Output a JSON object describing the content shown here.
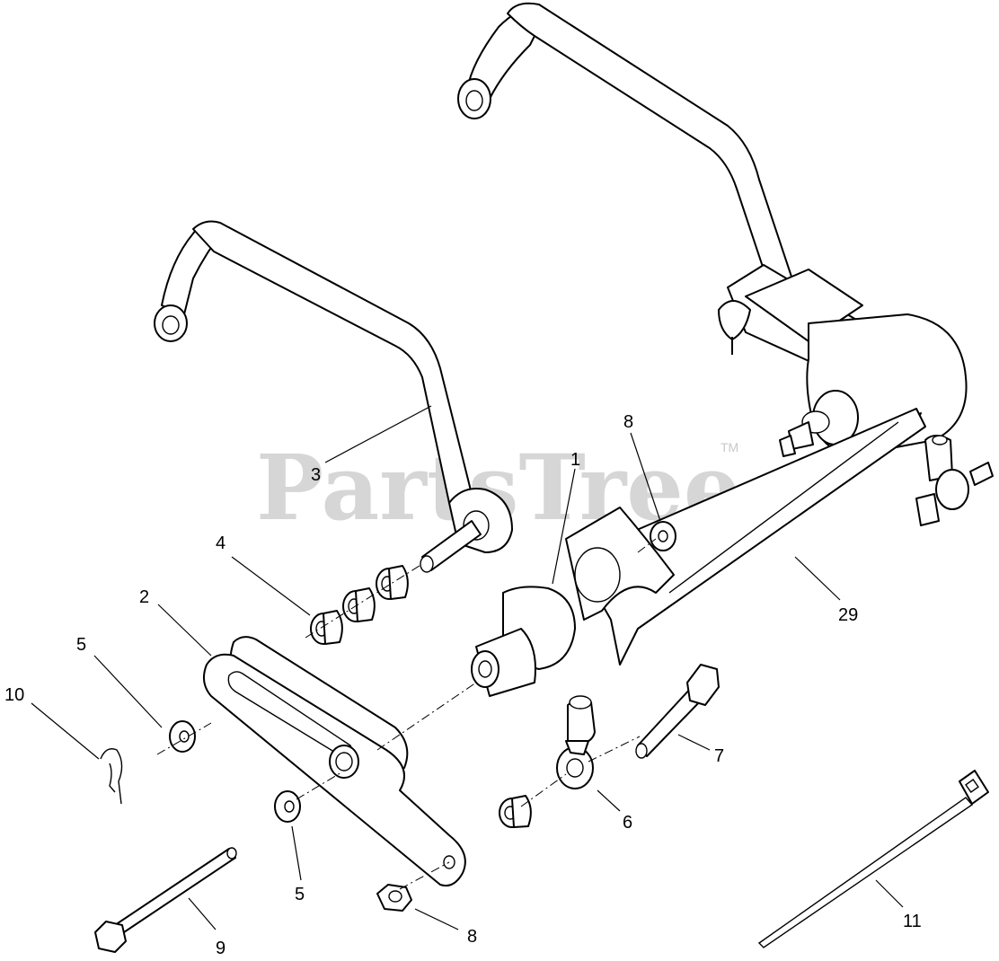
{
  "watermark": {
    "brand": "PartsTree",
    "trademark": "TM"
  },
  "callouts": {
    "c1": "1",
    "c2": "2",
    "c3": "3",
    "c4": "4",
    "c5a": "5",
    "c5b": "5",
    "c6": "6",
    "c7": "7",
    "c8a": "8",
    "c8b": "8",
    "c9": "9",
    "c10": "10",
    "c11": "11",
    "c29": "29"
  }
}
